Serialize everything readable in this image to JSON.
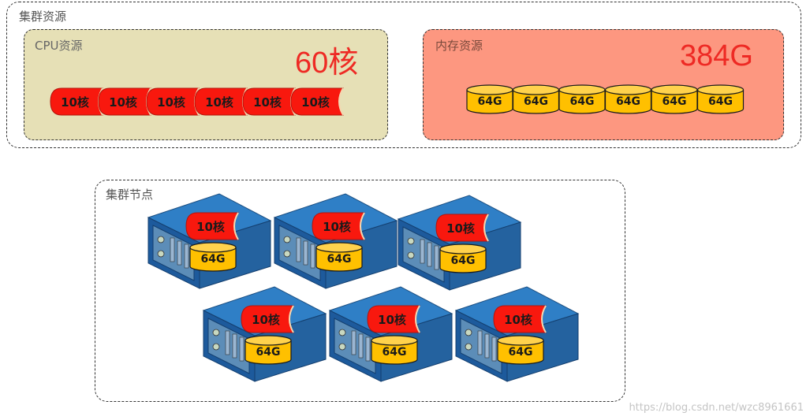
{
  "cluster": {
    "title": "集群资源"
  },
  "cpu": {
    "title": "CPU资源",
    "total": "60核",
    "chips": [
      "10核",
      "10核",
      "10核",
      "10核",
      "10核",
      "10核"
    ]
  },
  "memory": {
    "title": "内存资源",
    "total": "384G",
    "disks": [
      "64G",
      "64G",
      "64G",
      "64G",
      "64G",
      "64G"
    ]
  },
  "nodes": {
    "title": "集群节点",
    "servers": [
      {
        "cpu": "10核",
        "mem": "64G"
      },
      {
        "cpu": "10核",
        "mem": "64G"
      },
      {
        "cpu": "10核",
        "mem": "64G"
      },
      {
        "cpu": "10核",
        "mem": "64G"
      },
      {
        "cpu": "10核",
        "mem": "64G"
      },
      {
        "cpu": "10核",
        "mem": "64G"
      }
    ]
  },
  "watermark": "https://blog.csdn.net/wzc8961661"
}
